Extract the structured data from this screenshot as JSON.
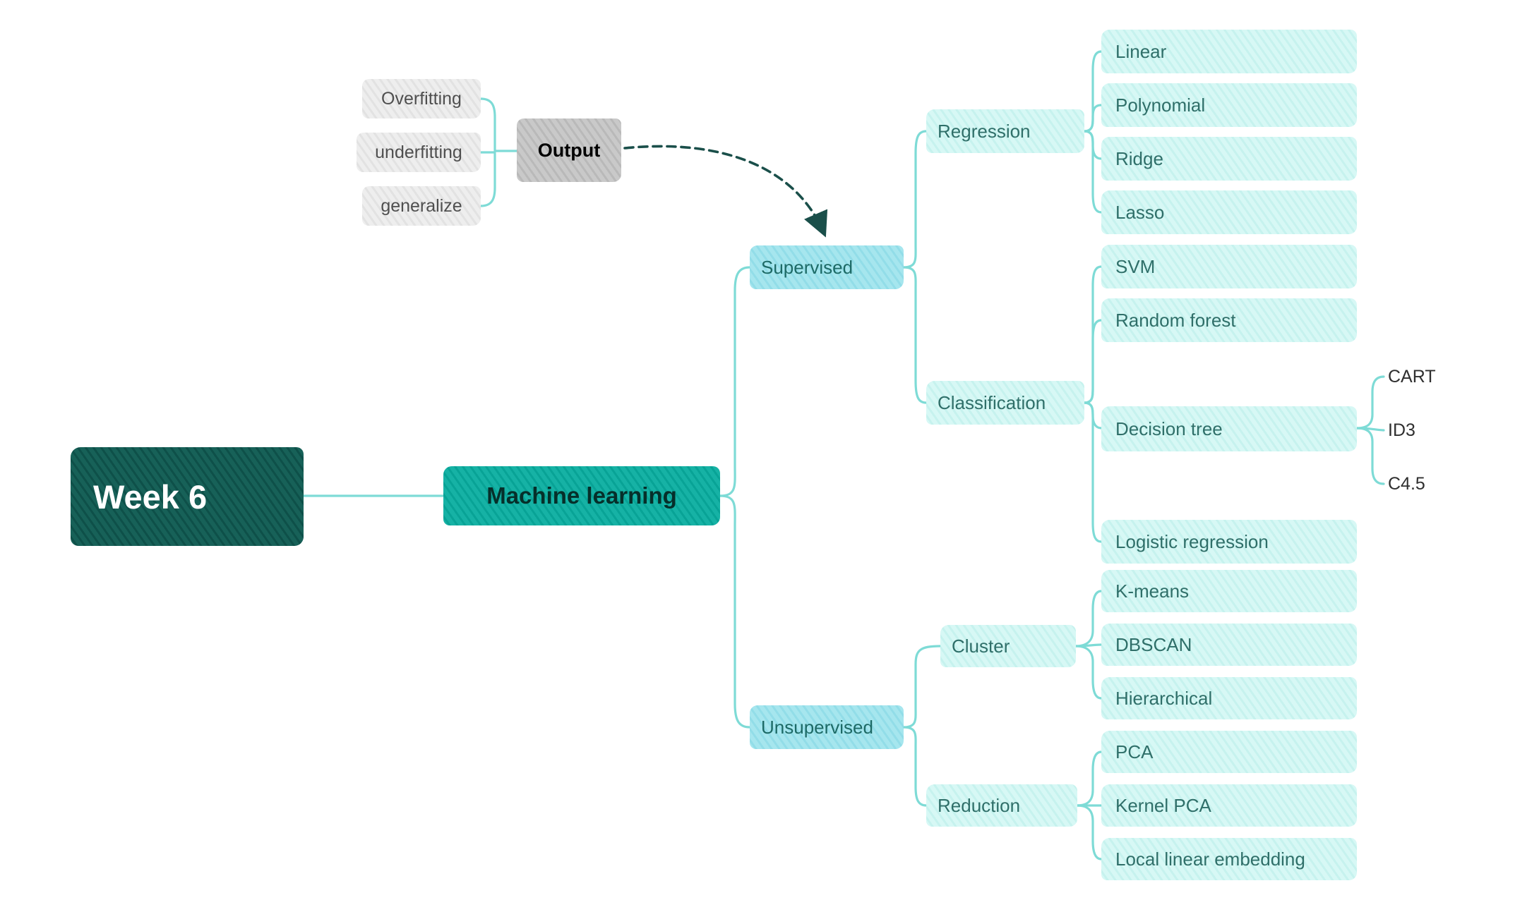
{
  "colors": {
    "root_bg": "#14635b",
    "main_bg": "#12b0a3",
    "branch_bg": "#9fe3ec",
    "leaf_bg": "#d5f7f4",
    "connector": "#7edbd6",
    "arrow": "#1a4f4a",
    "output_bg": "#c4c4c4",
    "gray_item_bg": "#ebebeb"
  },
  "root": {
    "label": "Week 6"
  },
  "center": {
    "label": "Machine learning"
  },
  "annotation": {
    "output": "Output",
    "items": [
      "Overfitting",
      "underfitting",
      "generalize"
    ]
  },
  "supervised": {
    "label": "Supervised",
    "regression": {
      "label": "Regression",
      "items": [
        "Linear",
        "Polynomial",
        "Ridge",
        "Lasso"
      ]
    },
    "classification": {
      "label": "Classification",
      "items": [
        "SVM",
        "Random forest",
        "Decision tree",
        "Logistic regression"
      ],
      "decision_tree": [
        "CART",
        "ID3",
        "C4.5"
      ]
    }
  },
  "unsupervised": {
    "label": "Unsupervised",
    "cluster": {
      "label": "Cluster",
      "items": [
        "K-means",
        "DBSCAN",
        "Hierarchical"
      ]
    },
    "reduction": {
      "label": "Reduction",
      "items": [
        "PCA",
        "Kernel PCA",
        "Local linear embedding"
      ]
    }
  }
}
